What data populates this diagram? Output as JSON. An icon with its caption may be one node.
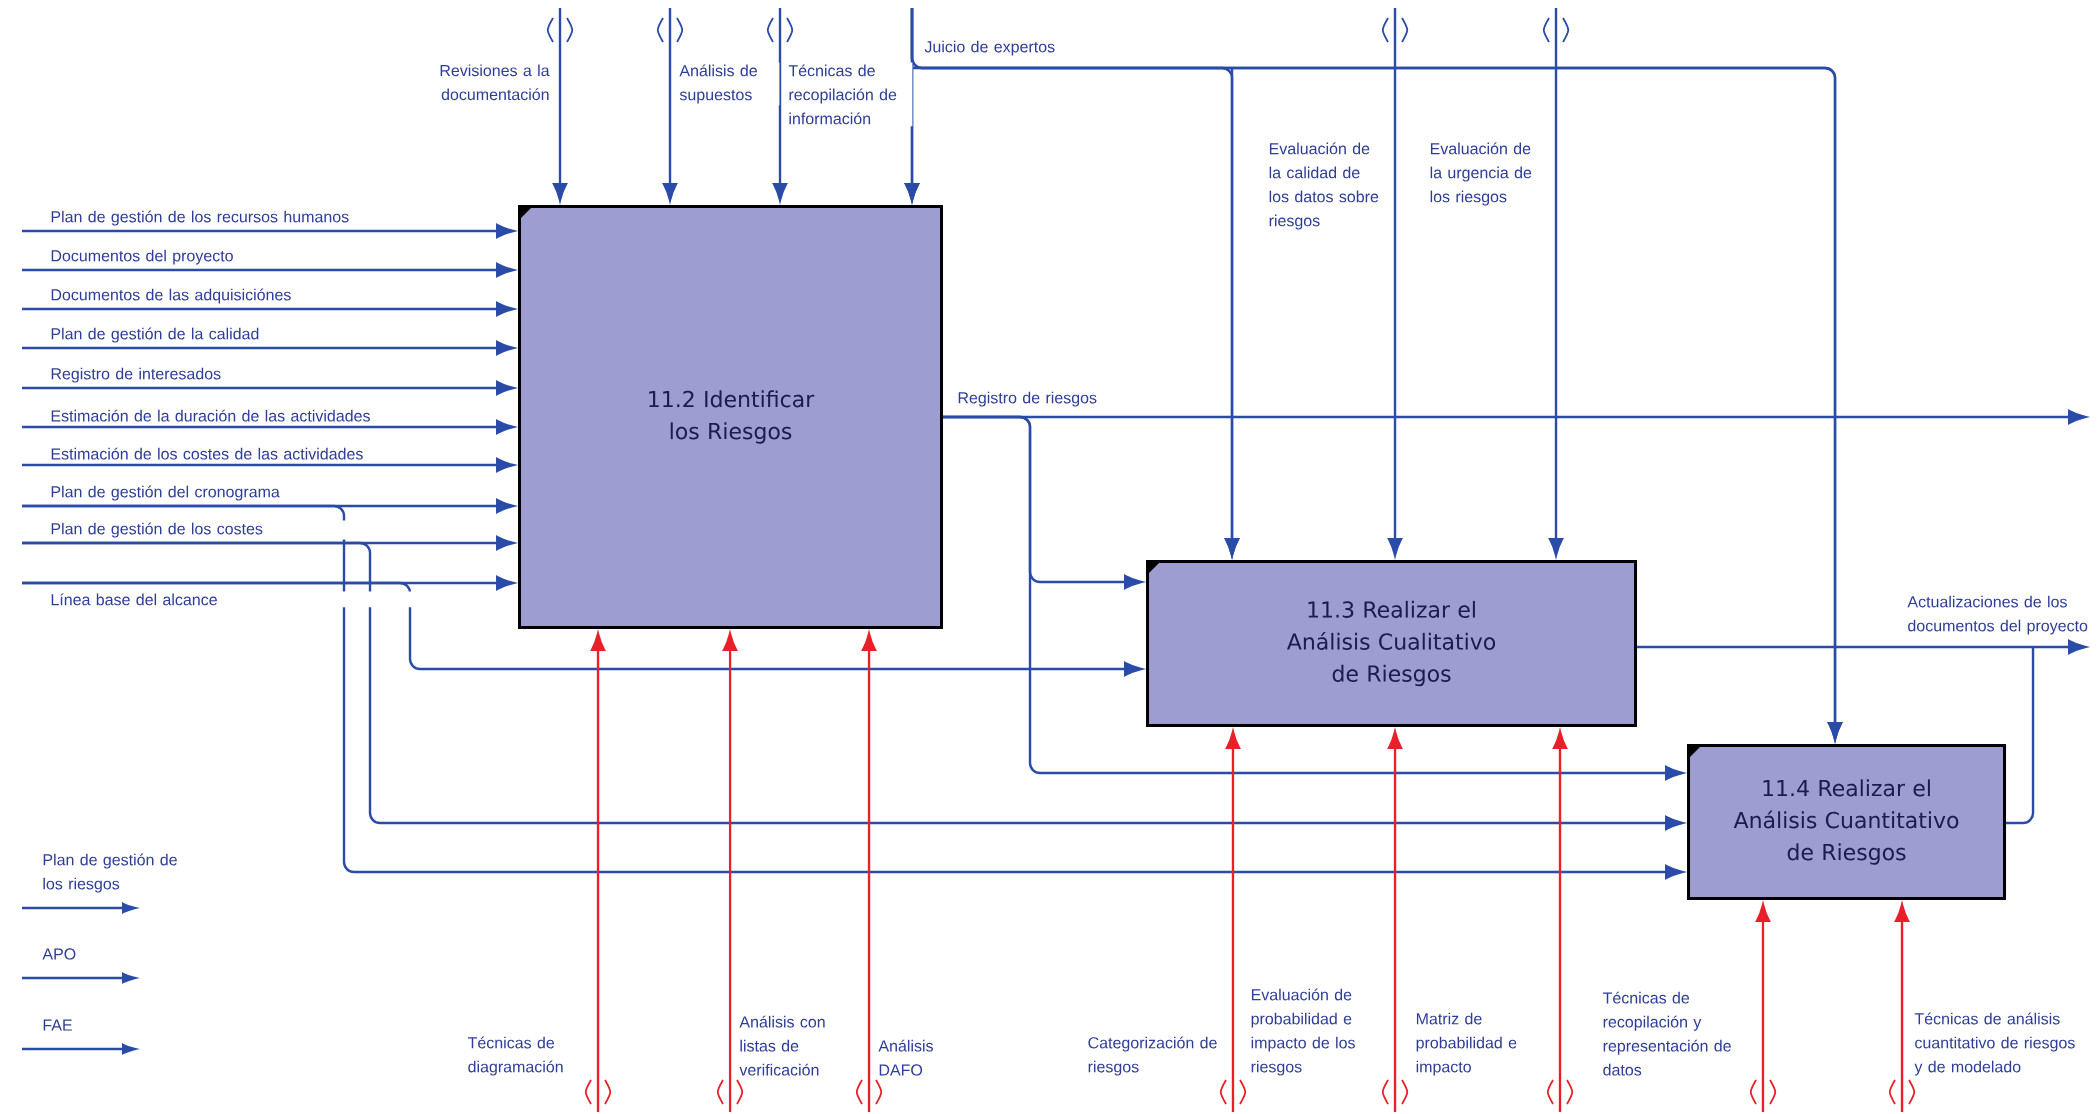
{
  "diagram": {
    "nodes": [
      {
        "text": [
          "11.2 Identificar los Riesgos"
        ]
      },
      {
        "text": [
          "11.3 Realizar el Análisis Cualitativo de Riesgos"
        ]
      },
      {
        "text": [
          "11.4 Realizar el Análisis Cuantitativo de Riesgos"
        ]
      }
    ],
    "edges": [
      {
        "from": null,
        "to": 0,
        "arrow": "to",
        "label": "Plan de gestión de los recursos humanos"
      },
      {
        "from": null,
        "to": 0,
        "arrow": "to",
        "label": "Documentos del proyecto"
      },
      {
        "from": null,
        "to": 0,
        "arrow": "to",
        "label": "Documentos de las adquisiciónes"
      },
      {
        "from": null,
        "to": 0,
        "arrow": "to",
        "label": "Plan de gestión de la calidad"
      },
      {
        "from": null,
        "to": 0,
        "arrow": "to",
        "label": "Registro de interesados"
      },
      {
        "from": null,
        "to": 0,
        "arrow": "to",
        "label": "Estimación de la duración de las actividades"
      },
      {
        "from": null,
        "to": 0,
        "arrow": "to",
        "label": "Estimación de los costes de las actividades"
      },
      {
        "from": null,
        "to": 0,
        "arrow": "to",
        "label": "Plan de gestión del cronograma"
      },
      {
        "from": null,
        "to": 0,
        "arrow": "to",
        "label": "Plan de gestión de los costes"
      },
      {
        "from": null,
        "to": 0,
        "arrow": "to",
        "label": "Línea base del alcance"
      },
      {
        "from": null,
        "to": 1,
        "arrow": "to"
      },
      {
        "from": null,
        "to": 2,
        "arrow": "to"
      },
      {
        "from": null,
        "to": 2,
        "arrow": "to"
      },
      {
        "from": 0,
        "to": null,
        "arrow": "to",
        "label": "Registro de riesgos"
      },
      {
        "from": 0,
        "to": 1,
        "arrow": "to"
      },
      {
        "from": 0,
        "to": 2,
        "arrow": "to"
      },
      {
        "from": null,
        "to": 0,
        "arrow": "to",
        "label": "Revisiones a la documentación"
      },
      {
        "from": null,
        "to": 0,
        "arrow": "to",
        "label": "Análisis de supuestos"
      },
      {
        "from": null,
        "to": 0,
        "arrow": "to",
        "label": "Técnicas de recopilación de información"
      },
      {
        "from": null,
        "to": 0,
        "arrow": "to",
        "label": "Juicio de expertos"
      },
      {
        "from": null,
        "to": 1,
        "arrow": "to"
      },
      {
        "from": null,
        "to": 2,
        "arrow": "to"
      },
      {
        "from": null,
        "to": 1,
        "arrow": "to",
        "label": "Evaluación de la calidad de los datos sobre riesgos"
      },
      {
        "from": null,
        "to": 1,
        "arrow": "to",
        "label": "Evaluación de la urgencia de los riesgos"
      },
      {
        "from": null,
        "to": 0,
        "arrow": "to",
        "label": "Técnicas de diagramación",
        "color": "#e8202a"
      },
      {
        "from": null,
        "to": 0,
        "arrow": "to",
        "label": "Análisis con listas de verificación",
        "color": "#e8202a"
      },
      {
        "from": null,
        "to": 0,
        "arrow": "to",
        "label": "Análisis DAFO",
        "color": "#e8202a"
      },
      {
        "from": null,
        "to": 1,
        "arrow": "to",
        "label": "Categorización de riesgos",
        "color": "#e8202a"
      },
      {
        "from": null,
        "to": 1,
        "arrow": "to",
        "label": "Evaluación de probabilidad e impacto de los riesgos",
        "color": "#e8202a"
      },
      {
        "from": null,
        "to": 1,
        "arrow": "to",
        "label": "Matriz de probabilidad e impacto",
        "color": "#e8202a"
      },
      {
        "from": null,
        "to": 2,
        "arrow": "to",
        "label": "Técnicas de recopilación y representación de datos",
        "color": "#e8202a"
      },
      {
        "from": null,
        "to": 2,
        "arrow": "to",
        "label": "Técnicas de análisis cuantitativo de riesgos y de modelado",
        "color": "#e8202a"
      },
      {
        "from": 1,
        "to": null,
        "arrow": "to",
        "label": "Actualizaciones de los documentos del proyecto"
      },
      {
        "from": 2,
        "to": null,
        "arrow": "to"
      }
    ],
    "labels": [
      "Plan de gestión de los riesgos",
      "APO",
      "FAE"
    ]
  }
}
